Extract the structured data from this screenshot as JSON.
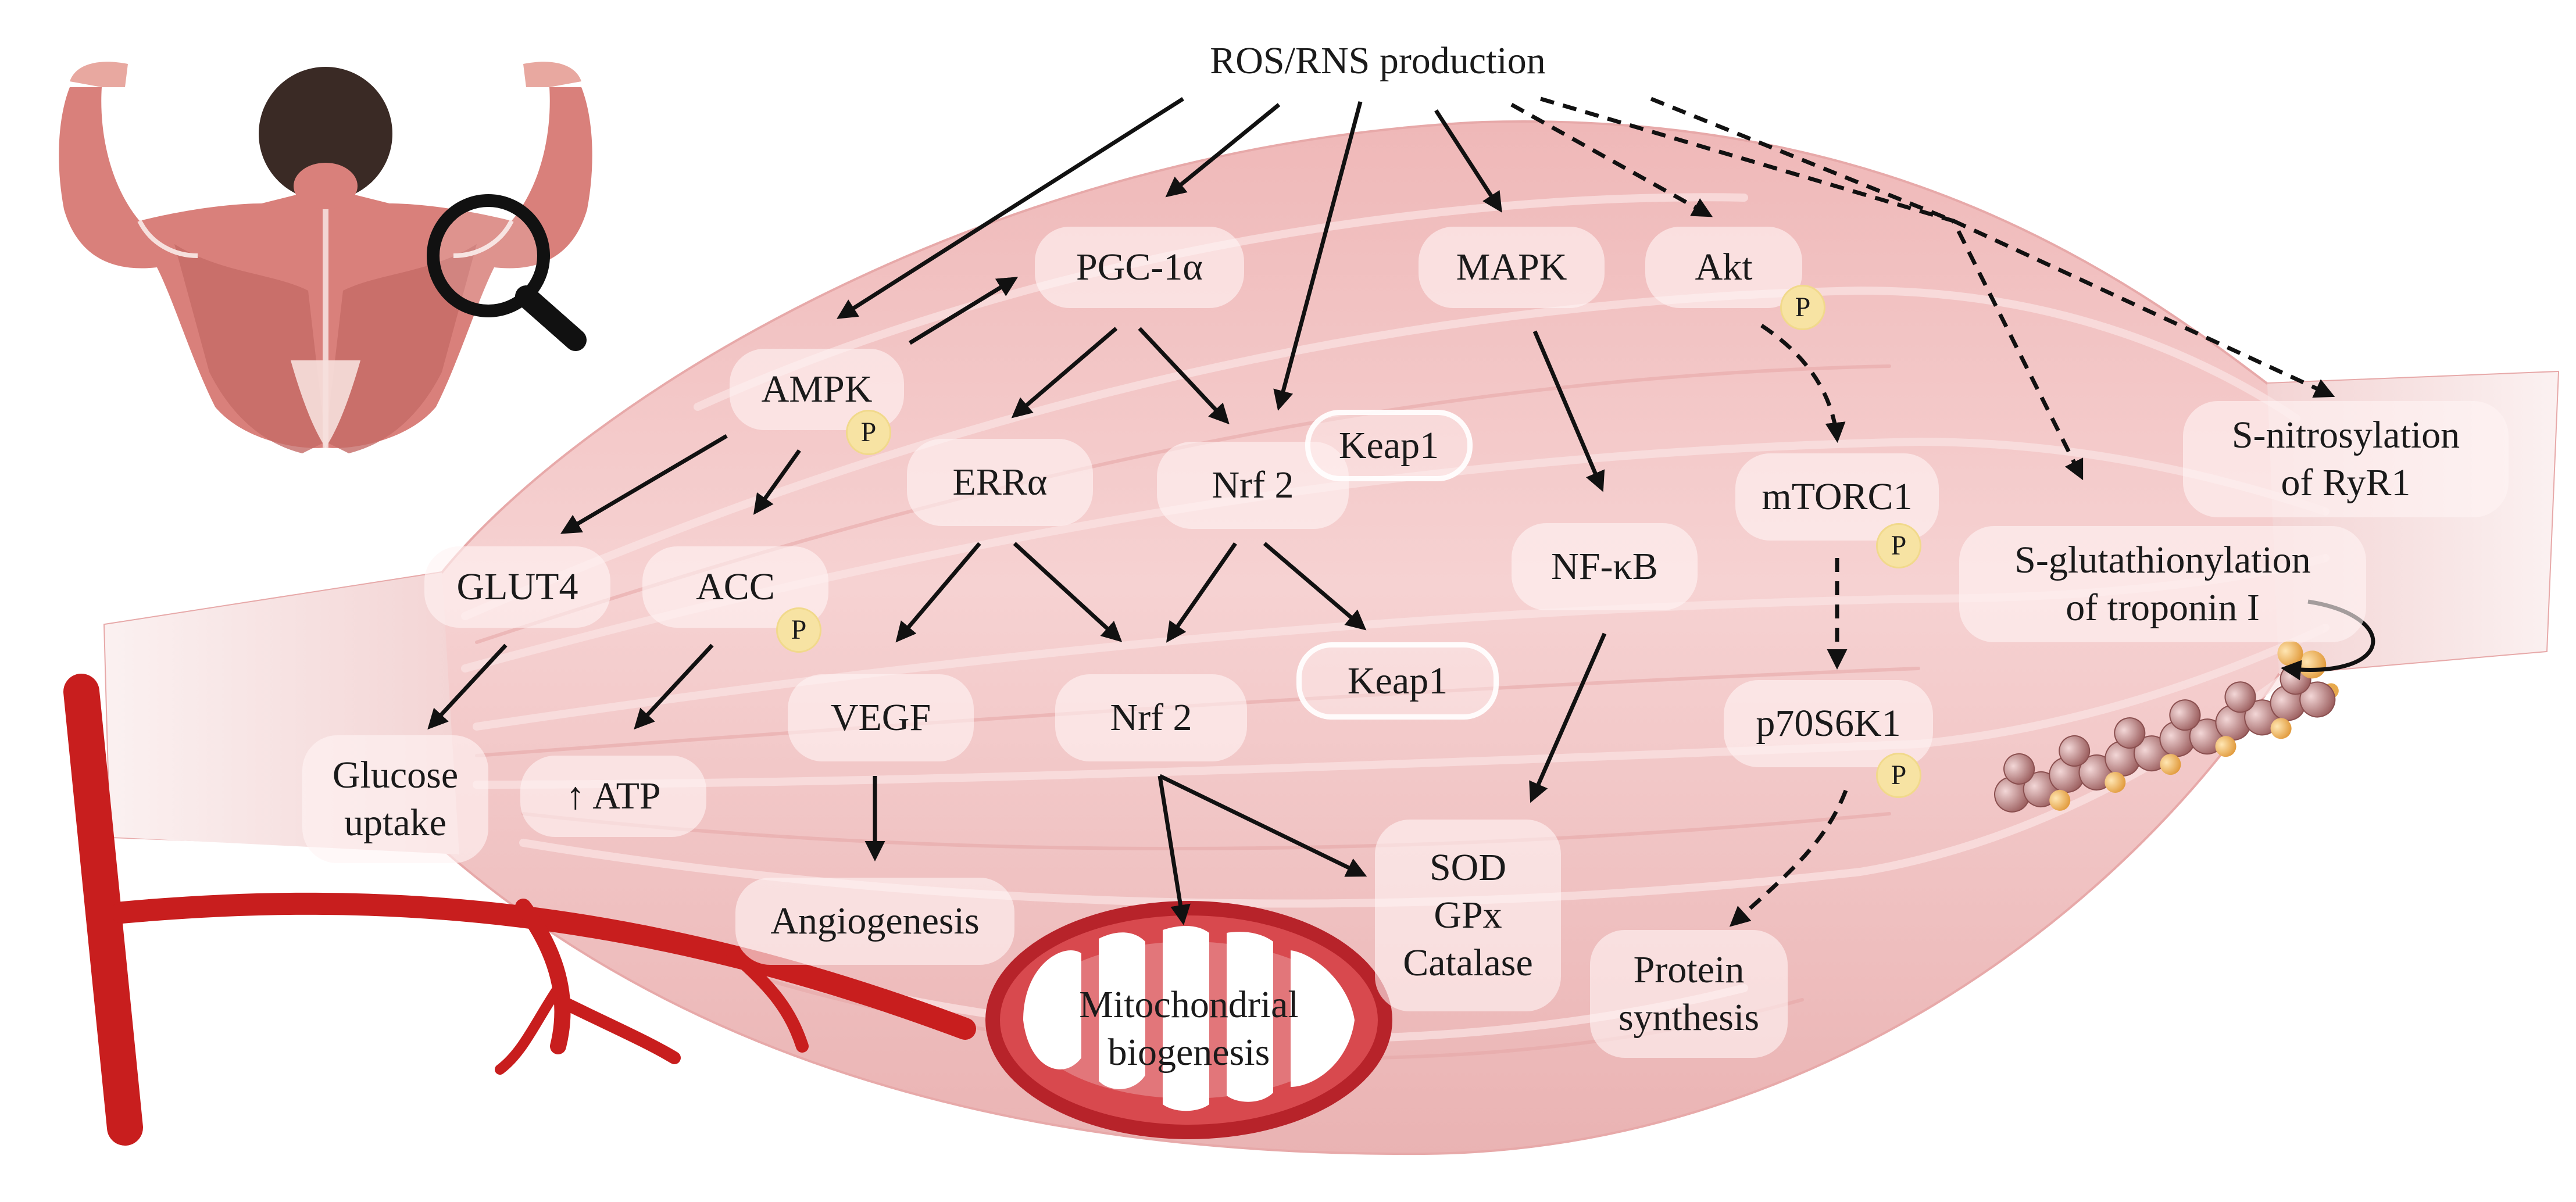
{
  "source": "ROS/RNS production",
  "nodes": {
    "ampk": "AMPK",
    "pgc1a": "PGC-1α",
    "mapk": "MAPK",
    "akt": "Akt",
    "glut4": "GLUT4",
    "acc": "ACC",
    "erra": "ERRα",
    "nrf2_top": "Nrf 2",
    "keap1_top": "Keap1",
    "nfkb": "NF-κB",
    "mtorc1": "mTORC1",
    "s_nitro_1": "S-nitrosylation",
    "s_nitro_2": "of RyR1",
    "s_glut_1": "S-glutathionylation",
    "s_glut_2": "of troponin I",
    "glucose_1": "Glucose",
    "glucose_2": "uptake",
    "atp": "↑ ATP",
    "vegf": "VEGF",
    "nrf2_bottom": "Nrf 2",
    "keap1_bottom": "Keap1",
    "p70": "p70S6K1",
    "angio": "Angiogenesis",
    "sod": "SOD",
    "gpx": "GPx",
    "catalase": "Catalase",
    "protein_1": "Protein",
    "protein_2": "synthesis",
    "mito_1": "Mitochondrial",
    "mito_2": "biogenesis"
  },
  "phospho_label": "P",
  "colors": {
    "muscle": "#f1c4c4",
    "muscle_dark": "#e39c9c",
    "vessel": "#c81e1e",
    "phospho": "#f7e3a3",
    "mito_outer": "#b7232a",
    "arrow": "#111111"
  },
  "icons": [
    "human-back-icon",
    "magnifier-icon",
    "mitochondrion-icon",
    "myofibril-icon",
    "blood-vessel-icon"
  ]
}
